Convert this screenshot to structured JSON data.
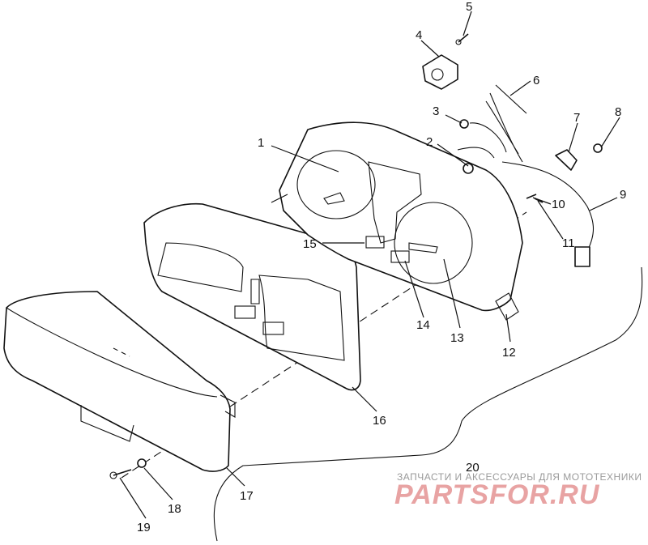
{
  "callouts": [
    {
      "id": "1",
      "label": "1"
    },
    {
      "id": "2",
      "label": "2"
    },
    {
      "id": "3",
      "label": "3"
    },
    {
      "id": "4",
      "label": "4"
    },
    {
      "id": "5",
      "label": "5"
    },
    {
      "id": "6",
      "label": "6"
    },
    {
      "id": "7",
      "label": "7"
    },
    {
      "id": "8",
      "label": "8"
    },
    {
      "id": "9",
      "label": "9"
    },
    {
      "id": "10",
      "label": "10"
    },
    {
      "id": "11",
      "label": "11"
    },
    {
      "id": "12",
      "label": "12"
    },
    {
      "id": "13",
      "label": "13"
    },
    {
      "id": "14",
      "label": "14"
    },
    {
      "id": "15",
      "label": "15"
    },
    {
      "id": "16",
      "label": "16"
    },
    {
      "id": "17",
      "label": "17"
    },
    {
      "id": "18",
      "label": "18"
    },
    {
      "id": "19",
      "label": "19"
    },
    {
      "id": "20",
      "label": "20"
    }
  ],
  "watermark": {
    "tagline": "ЗАПЧАСТИ И АКСЕССУАРЫ ДЛЯ МОТОТЕХНИКИ",
    "logo": "PARTSFOR.RU",
    "logo_color": "#e8a3a3"
  },
  "colors": {
    "line": "#111111",
    "background": "#ffffff"
  }
}
